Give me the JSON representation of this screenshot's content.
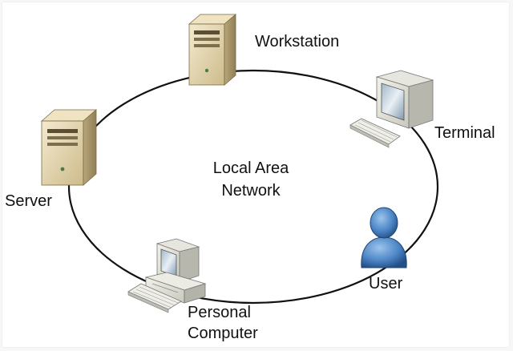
{
  "network": {
    "title_line1": "Local Area",
    "title_line2": "Network"
  },
  "nodes": {
    "workstation": {
      "label": "Workstation",
      "icon": "tower-server-icon"
    },
    "terminal": {
      "label": "Terminal",
      "icon": "crt-terminal-icon"
    },
    "server": {
      "label": "Server",
      "icon": "tower-server-icon"
    },
    "user": {
      "label": "User",
      "icon": "user-icon"
    },
    "personal_computer": {
      "label_line1": "Personal",
      "label_line2": "Computer",
      "icon": "desktop-computer-icon"
    }
  },
  "colors": {
    "ring": "#111111",
    "server_body": "#e7d9b2",
    "user_blue": "#3f78b8"
  }
}
